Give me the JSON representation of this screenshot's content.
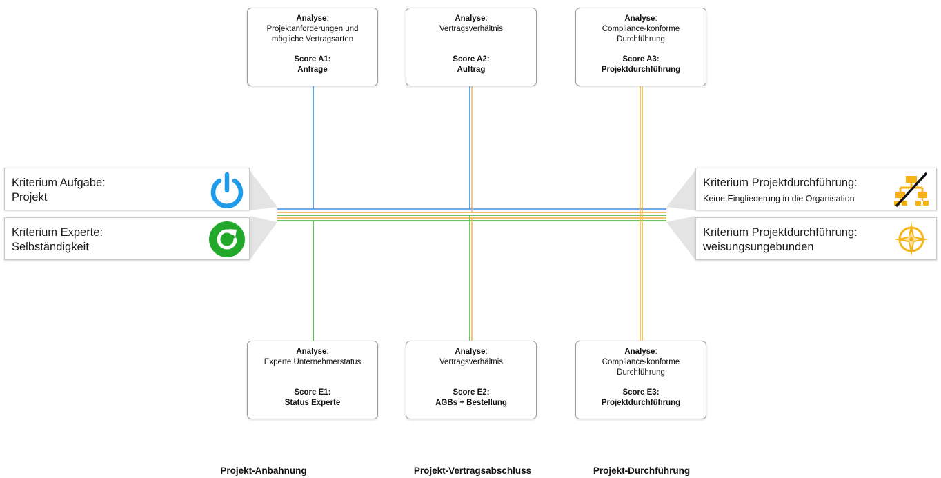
{
  "colors": {
    "blue": "#3d8fe8",
    "green": "#43a83b",
    "orange": "#f3b13b",
    "gray_wedge": "#e4e4e4",
    "icon_blue": "#1e9be9",
    "icon_green": "#22a92b",
    "icon_yellow": "#f5b316"
  },
  "top_boxes": [
    {
      "heading": "Analyse",
      "desc": "Projektanforderungen und mögliche Vertragsarten",
      "score": "Score A1",
      "value": "Anfrage"
    },
    {
      "heading": "Analyse",
      "desc": "Vertragsverhältnis",
      "score": "Score A2",
      "value": "Auftrag"
    },
    {
      "heading": "Analyse",
      "desc": "Compliance-konforme Durchführung",
      "score": "Score A3",
      "value": "Projektdurchführung"
    }
  ],
  "bottom_boxes": [
    {
      "heading": "Analyse",
      "desc": "Experte Unternehmerstatus",
      "score": "Score E1",
      "value": "Status Experte"
    },
    {
      "heading": "Analyse",
      "desc": "Vertragsverhältnis",
      "score": "Score E2",
      "value": "AGBs + Bestellung"
    },
    {
      "heading": "Analyse",
      "desc": "Compliance-konforme Durchführung",
      "score": "Score E3",
      "value": "Projektdurchführung"
    }
  ],
  "left_criteria": [
    {
      "line1": "Kriterium Aufgabe:",
      "line2": "Projekt",
      "icon": "power-icon"
    },
    {
      "line1": "Kriterium Experte:",
      "line2": "Selbständigkeit",
      "icon": "refresh-icon"
    }
  ],
  "right_criteria": [
    {
      "line1": "Kriterium Projektdurchführung:",
      "line2": "Keine Eingliederung in die Organisation",
      "icon": "org-chart-crossed-icon"
    },
    {
      "line1": "Kriterium Projektdurchführung:",
      "line2": "weisungsungebunden",
      "icon": "compass-icon"
    }
  ],
  "phases": [
    "Projekt-Anbahnung",
    "Projekt-Vertragsabschluss",
    "Projekt-Durchführung"
  ]
}
